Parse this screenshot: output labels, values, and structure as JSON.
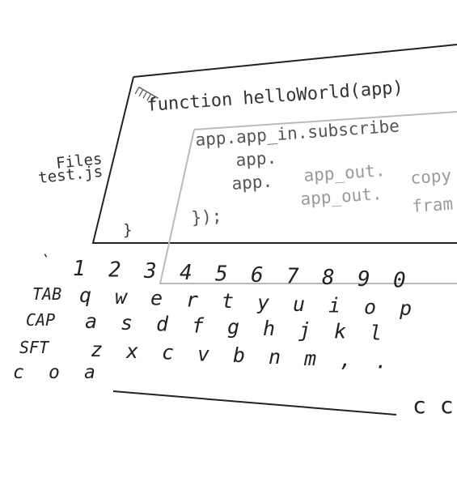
{
  "colors": {
    "ink": "#222222",
    "dim": "#555555",
    "faint": "#9a9a9a",
    "frame": "#bbbbbb"
  },
  "sidebar": {
    "header": "Files",
    "file": "test.js"
  },
  "editor": {
    "corner_marks": "┌┌┌┌┌",
    "outer_function": "function helloWorld(app)",
    "inner_start": "app.app_in.subscribe",
    "inner_lines": [
      {
        "text": "app."
      },
      {
        "text": "app."
      }
    ],
    "out_lines": [
      {
        "obj": "app_out.",
        "method": "copy"
      },
      {
        "obj": "app_out.",
        "method": "fram"
      }
    ],
    "inner_close": "});",
    "outer_close": "}"
  },
  "keyboard": {
    "rows": [
      {
        "keys": [
          "`",
          "1",
          "2",
          "3",
          "4",
          "5",
          "6",
          "7",
          "8",
          "9",
          "0"
        ]
      },
      {
        "keys": [
          "TAB",
          "q",
          "w",
          "e",
          "r",
          "t",
          "y",
          "u",
          "i",
          "o",
          "p"
        ]
      },
      {
        "keys": [
          "CAP",
          "a",
          "s",
          "d",
          "f",
          "g",
          "h",
          "j",
          "k",
          "l"
        ]
      },
      {
        "keys": [
          "SFT",
          "z",
          "x",
          "c",
          "v",
          "b",
          "n",
          "m",
          ",",
          "."
        ]
      },
      {
        "keys": [
          "c",
          "o",
          "a"
        ]
      }
    ],
    "bottom_right": "c c"
  }
}
